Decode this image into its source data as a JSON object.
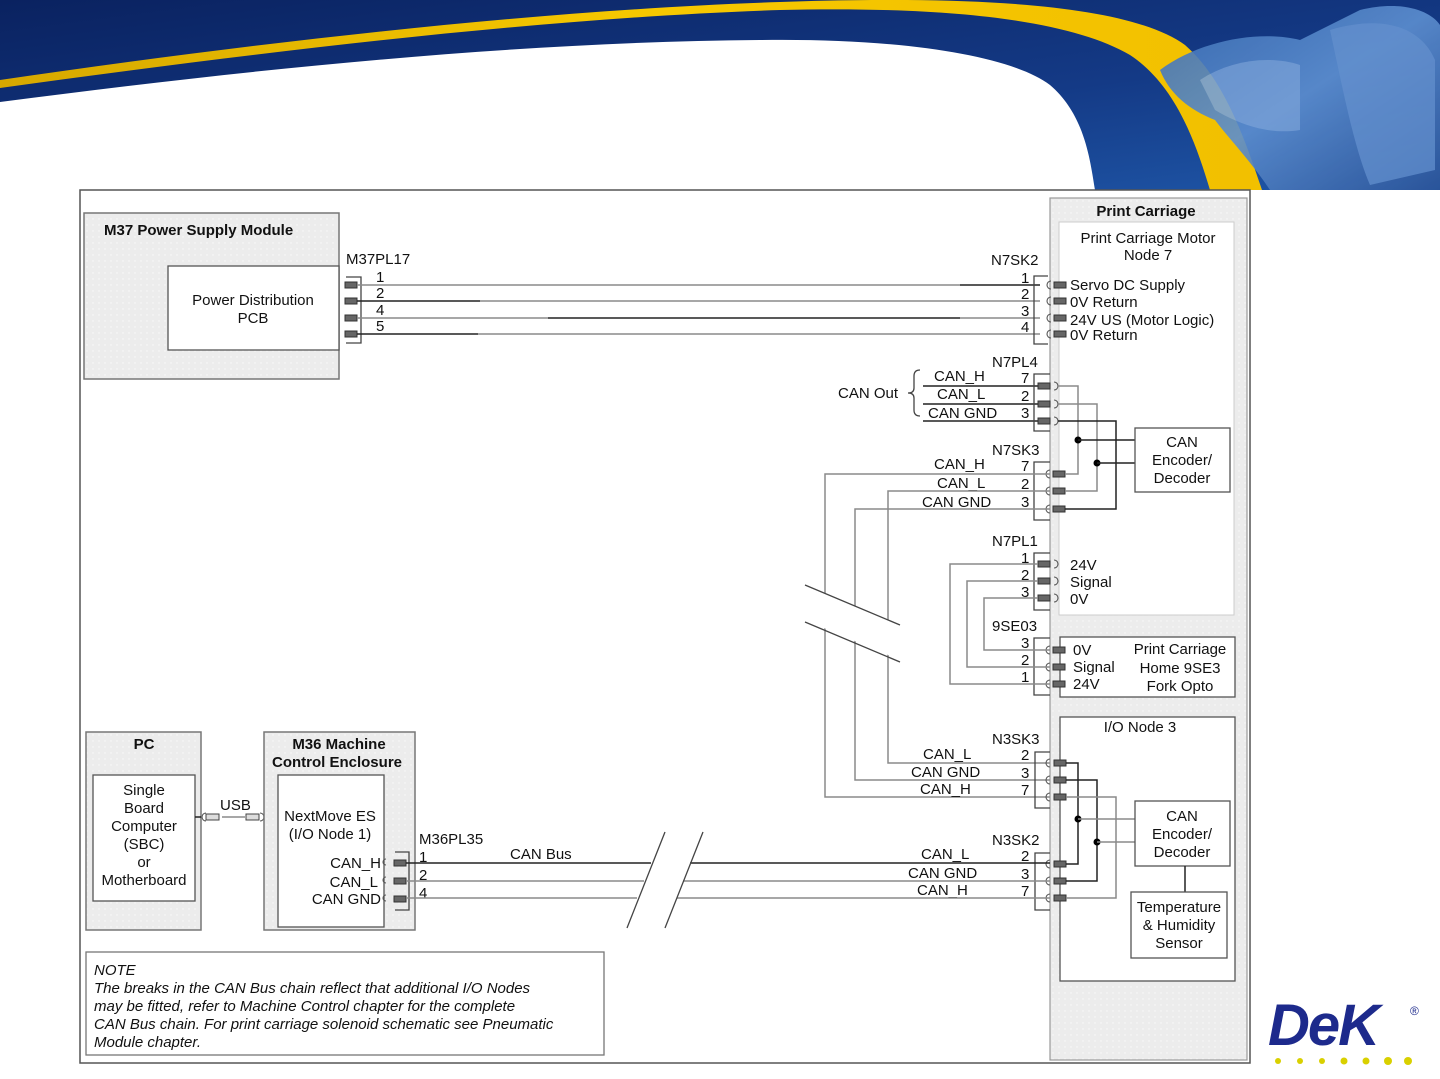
{
  "slide": {
    "brand_colors": {
      "navy": "#0d2a6e",
      "gold": "#f2c200",
      "logo_blue": "#1d2a8c",
      "logo_yellow": "#e6d200"
    }
  },
  "logo": {
    "text": "DeK",
    "mark": "®"
  },
  "m37": {
    "title": "M37 Power Supply Module",
    "pcb_line1": "Power Distribution",
    "pcb_line2": "PCB",
    "connector": "M37PL17",
    "pins": [
      "1",
      "2",
      "4",
      "5"
    ]
  },
  "print_carriage": {
    "title": "Print Carriage",
    "motor_line1": "Print Carriage Motor",
    "motor_line2": "Node 7",
    "n7sk2": {
      "connector": "N7SK2",
      "pins": [
        "1",
        "2",
        "3",
        "4"
      ],
      "signals": [
        "Servo DC Supply",
        "0V Return",
        "24V US (Motor Logic)",
        "0V Return"
      ]
    },
    "n7pl4": {
      "connector": "N7PL4",
      "group_label": "CAN Out",
      "signals": [
        "CAN_H",
        "CAN_L",
        "CAN GND"
      ],
      "pins": [
        "7",
        "2",
        "3"
      ]
    },
    "n7sk3": {
      "connector": "N7SK3",
      "signals": [
        "CAN_H",
        "CAN_L",
        "CAN GND"
      ],
      "pins": [
        "7",
        "2",
        "3"
      ]
    },
    "encoder": {
      "line1": "CAN",
      "line2": "Encoder/",
      "line3": "Decoder"
    },
    "n7pl1": {
      "connector": "N7PL1",
      "pins": [
        "1",
        "2",
        "3"
      ],
      "signals": [
        "24V",
        "Signal",
        "0V"
      ]
    },
    "sensor_9se03": {
      "connector": "9SE03",
      "pins": [
        "3",
        "2",
        "1"
      ],
      "signals": [
        "0V",
        "Signal",
        "24V"
      ],
      "line1": "Print Carriage",
      "line2": "Home 9SE3",
      "line3": "Fork Opto"
    }
  },
  "io_node3": {
    "title": "I/O Node 3",
    "n3sk3": {
      "connector": "N3SK3",
      "signals": [
        "CAN_L",
        "CAN GND",
        "CAN_H"
      ],
      "pins": [
        "2",
        "3",
        "7"
      ]
    },
    "n3sk2": {
      "connector": "N3SK2",
      "signals": [
        "CAN_L",
        "CAN GND",
        "CAN_H"
      ],
      "pins": [
        "2",
        "3",
        "7"
      ]
    },
    "encoder": {
      "line1": "CAN",
      "line2": "Encoder/",
      "line3": "Decoder"
    },
    "sensor": {
      "line1": "Temperature",
      "line2": "& Humidity",
      "line3": "Sensor"
    }
  },
  "pc": {
    "title": "PC",
    "lines": [
      "Single",
      "Board",
      "Computer",
      "(SBC)",
      "or",
      "Motherboard"
    ],
    "usb_label": "USB"
  },
  "m36": {
    "title_line1": "M36 Machine",
    "title_line2": "Control Enclosure",
    "nextmove_line1": "NextMove ES",
    "nextmove_line2": "(I/O Node 1)",
    "signals": [
      "CAN_H",
      "CAN_L",
      "CAN GND"
    ],
    "connector": "M36PL35",
    "pins": [
      "1",
      "2",
      "4"
    ],
    "bus_label": "CAN Bus"
  },
  "note": {
    "heading": "NOTE",
    "lines": [
      "The breaks in the CAN Bus chain reflect that additional I/O Nodes",
      "may be fitted, refer to Machine Control chapter for the complete",
      "CAN Bus chain.  For print carriage solenoid schematic see Pneumatic",
      "Module chapter."
    ]
  }
}
